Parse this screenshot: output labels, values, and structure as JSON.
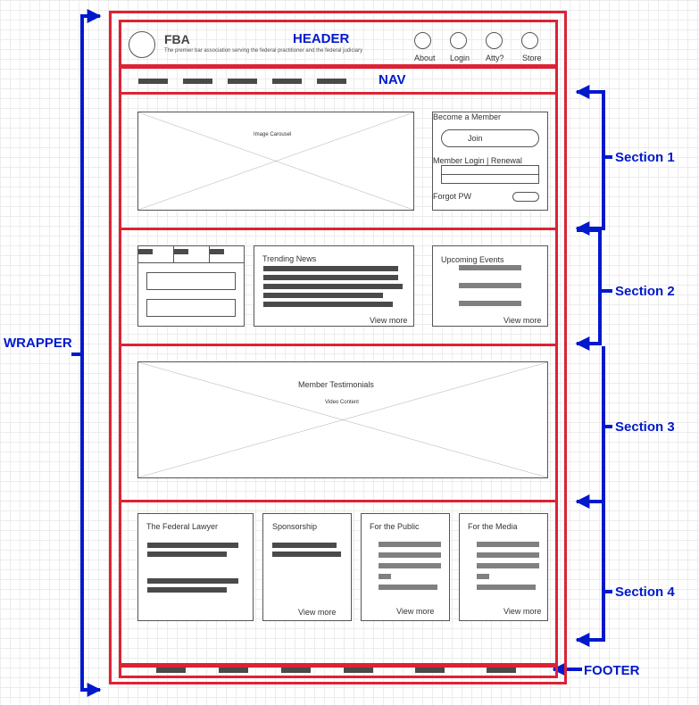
{
  "colors": {
    "section_border": "#dd2233",
    "annotation": "#0019cc",
    "bar_dark": "#4a4a4a",
    "bar_light": "#808080"
  },
  "annotations": {
    "header": "HEADER",
    "nav": "NAV",
    "wrapper": "WRAPPER",
    "section1": "Section 1",
    "section2": "Section 2",
    "section3": "Section 3",
    "section4": "Section 4",
    "footer": "FOOTER"
  },
  "header": {
    "brand": "FBA",
    "tagline": "The premier bar association serving the federal practitioner and the federal judiciary",
    "links": [
      "About",
      "Login",
      "Atty?",
      "Store"
    ]
  },
  "section1": {
    "carousel_label": "Image Carousel",
    "become_member": "Become a Member",
    "join": "Join",
    "member_login": "Member Login | Renewal",
    "forgot_pw": "Forgot PW"
  },
  "section2": {
    "trending_title": "Trending News",
    "trending_more": "View more",
    "events_title": "Upcoming Events",
    "events_more": "View more"
  },
  "section3": {
    "title": "Member Testimonials",
    "subtitle": "Video Content"
  },
  "section4": {
    "cards": [
      {
        "title": "The Federal Lawyer",
        "more": ""
      },
      {
        "title": "Sponsorship",
        "more": "View more"
      },
      {
        "title": "For the Public",
        "more": "View more"
      },
      {
        "title": "For the Media",
        "more": "View more"
      }
    ]
  }
}
